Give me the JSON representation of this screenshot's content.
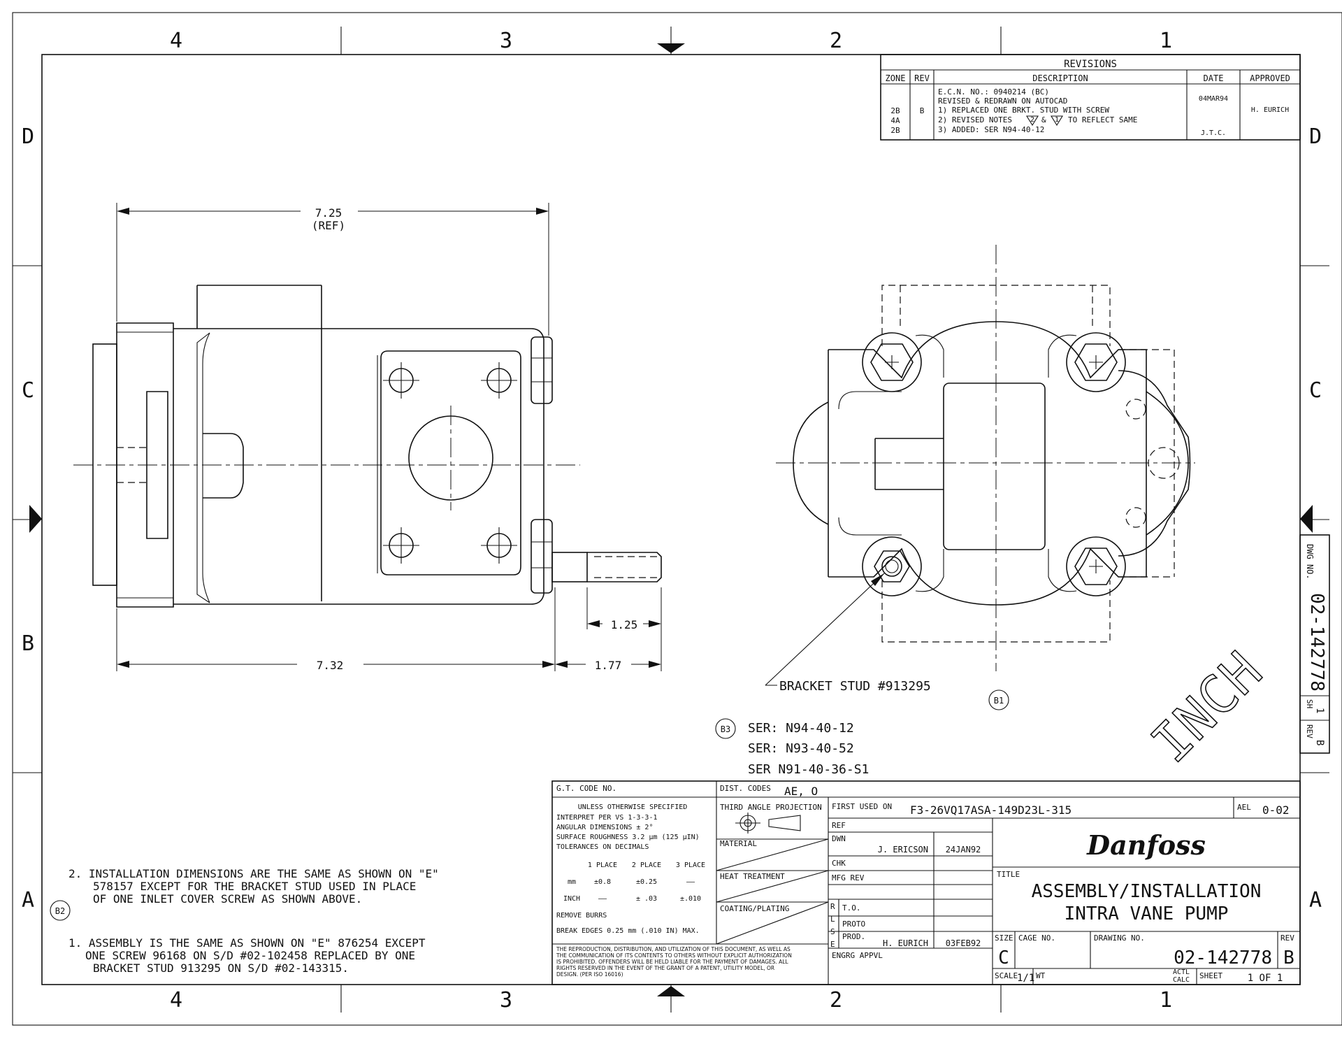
{
  "zones": {
    "columns": [
      "4",
      "3",
      "2",
      "1"
    ],
    "rows": [
      "D",
      "C",
      "B",
      "A"
    ]
  },
  "revisions": {
    "title": "REVISIONS",
    "headers": [
      "ZONE",
      "REV",
      "DESCRIPTION",
      "DATE",
      "APPROVED"
    ],
    "zones": [
      "2B",
      "4A",
      "2B"
    ],
    "rev": "B",
    "description_lines": [
      "E.C.N. NO.: 0940214   (BC)",
      "REVISED & REDRAWN ON AUTOCAD",
      "1) REPLACED ONE BRKT. STUD WITH SCREW",
      "2) REVISED NOTES",
      "&",
      "TO REFLECT SAME",
      "3) ADDED: SER N94-40-12"
    ],
    "note_flags": [
      "2",
      "1"
    ],
    "date": "04MAR94",
    "approved": "H. EURICH",
    "initials": "J.T.C."
  },
  "dimensions": {
    "overall_width": "7.25",
    "overall_width_note": "(REF)",
    "base_length": "7.32",
    "stud_length": "1.25",
    "stud_offset": "1.77"
  },
  "callouts": {
    "bracket_stud": "BRACKET STUD #913295",
    "b1_flag": "B1",
    "b3_flag": "B3",
    "b2_flag": "B2",
    "serials": [
      "SER: N94-40-12",
      "SER: N93-40-52",
      "SER N91-40-36-S1"
    ],
    "inch_stamp": "INCH"
  },
  "side_block": {
    "dwg_label": "DWG NO.",
    "dwg_no": "02-142778",
    "sh_label": "SH",
    "sh_value": "1",
    "rev_label": "REV",
    "rev_value": "B"
  },
  "notes": {
    "note2": [
      "2.  INSTALLATION DIMENSIONS ARE THE SAME AS SHOWN ON \"E\"",
      "578157 EXCEPT FOR THE BRACKET STUD USED IN PLACE",
      "OF ONE INLET COVER SCREW AS SHOWN ABOVE."
    ],
    "note1": [
      "1.  ASSEMBLY IS THE SAME AS SHOWN ON \"E\" 876254 EXCEPT",
      "ONE SCREW 96168 ON S/D #02-102458 REPLACED BY ONE",
      "BRACKET STUD 913295 ON S/D #02-143315."
    ]
  },
  "title_block": {
    "gt_code_label": "G.T. CODE NO.",
    "dist_codes_label": "DIST. CODES",
    "dist_codes_value": "AE, O",
    "spec_lines": [
      "UNLESS OTHERWISE SPECIFIED",
      "INTERPRET PER VS 1-3-3-1",
      "ANGULAR DIMENSIONS ± 2°",
      "SURFACE ROUGHNESS 3.2 µm (125 µIN)",
      "TOLERANCES ON DECIMALS"
    ],
    "tol_headers": [
      "1 PLACE",
      "2 PLACE",
      "3 PLACE"
    ],
    "tol_mm_label": "mm",
    "tol_mm": [
      "±0.8",
      "±0.25",
      "——"
    ],
    "tol_inch_label": "INCH",
    "tol_inch": [
      "——",
      "± .03",
      "±.010"
    ],
    "remove_burrs": "REMOVE BURRS",
    "break_edges": "BREAK EDGES 0.25 mm (.010 IN) MAX.",
    "disclaimer": [
      "THE REPRODUCTION, DISTRIBUTION, AND UTILIZATION OF THIS DOCUMENT, AS WELL AS",
      "THE COMMUNICATION OF ITS CONTENTS TO OTHERS WITHOUT EXPLICIT AUTHORIZATION",
      "IS PROHIBITED. OFFENDERS WILL BE HELD LIABLE FOR THE PAYMENT OF DAMAGES. ALL",
      "RIGHTS RESERVED IN THE EVENT OF THE GRANT OF A PATENT, UTILITY MODEL, OR",
      "DESIGN. (PER ISO 16016)"
    ],
    "projection_label": "THIRD ANGLE PROJECTION",
    "material_label": "MATERIAL",
    "heat_treatment_label": "HEAT TREATMENT",
    "coating_label": "COATING/PLATING",
    "first_used_label": "FIRST USED ON",
    "first_used_value": "F3-26VQ17ASA-149D23L-315",
    "ael_label": "AEL",
    "ael_value": "0-02",
    "ref_label": "REF",
    "dwn_label": "DWN",
    "dwn_name": "J. ERICSON",
    "dwn_date": "24JAN92",
    "chk_label": "CHK",
    "mfg_rev_label": "MFG REV",
    "rlse_letters": [
      "R",
      "L",
      "S",
      "E"
    ],
    "to_label": "T.O.",
    "proto_label": "PROTO",
    "prod_label": "PROD.",
    "prod_name": "H. EURICH",
    "prod_date": "03FEB92",
    "engrg_label": "ENGRG APPVL",
    "company_logo": "Danfoss",
    "title_label": "TITLE",
    "title_line1": "ASSEMBLY/INSTALLATION",
    "title_line2": "INTRA VANE PUMP",
    "size_label": "SIZE",
    "size_value": "C",
    "cage_label": "CAGE NO.",
    "drawing_no_label": "DRAWING NO.",
    "drawing_no": "02-142778",
    "rev_label": "REV",
    "rev_value": "B",
    "scale_label": "SCALE",
    "scale_value": "1/1",
    "wt_label": "WT",
    "actl_label": "ACTL",
    "calc_label": "CALC",
    "sheet_label": "SHEET",
    "sheet_value": "1  OF  1"
  }
}
